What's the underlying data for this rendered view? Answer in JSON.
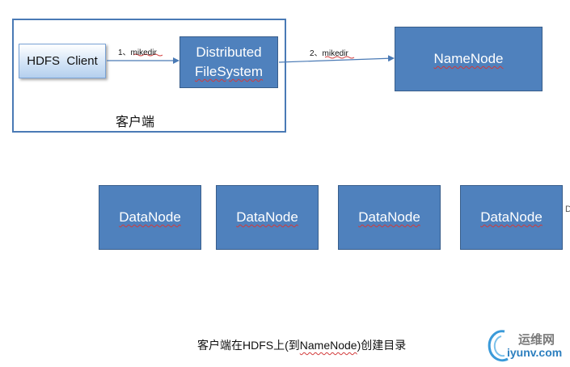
{
  "client_area": {
    "label": "客户端"
  },
  "nodes": {
    "hdfs_client": "HDFS  Client",
    "distributed_fs": {
      "line1": "Distributed",
      "line2": "FileSystem"
    },
    "namenode": "NameNode",
    "datanodes": [
      "DataNode",
      "DataNode",
      "DataNode",
      "DataNode"
    ]
  },
  "edges": [
    {
      "from": "hdfs_client",
      "to": "distributed_fs",
      "label": "1、mikedir"
    },
    {
      "from": "distributed_fs",
      "to": "namenode",
      "label": "2、mikedir"
    }
  ],
  "caption": {
    "pre": "客户端在HDFS上(到",
    "link": "NameNode",
    "post": ")创建目录"
  },
  "watermark": {
    "line1": "运维网",
    "line2": "iyunv.com"
  },
  "colors": {
    "node_fill": "#4f81bd",
    "node_border": "#385d8a",
    "frame": "#4a7ab5",
    "edge": "#4a7ab5"
  }
}
